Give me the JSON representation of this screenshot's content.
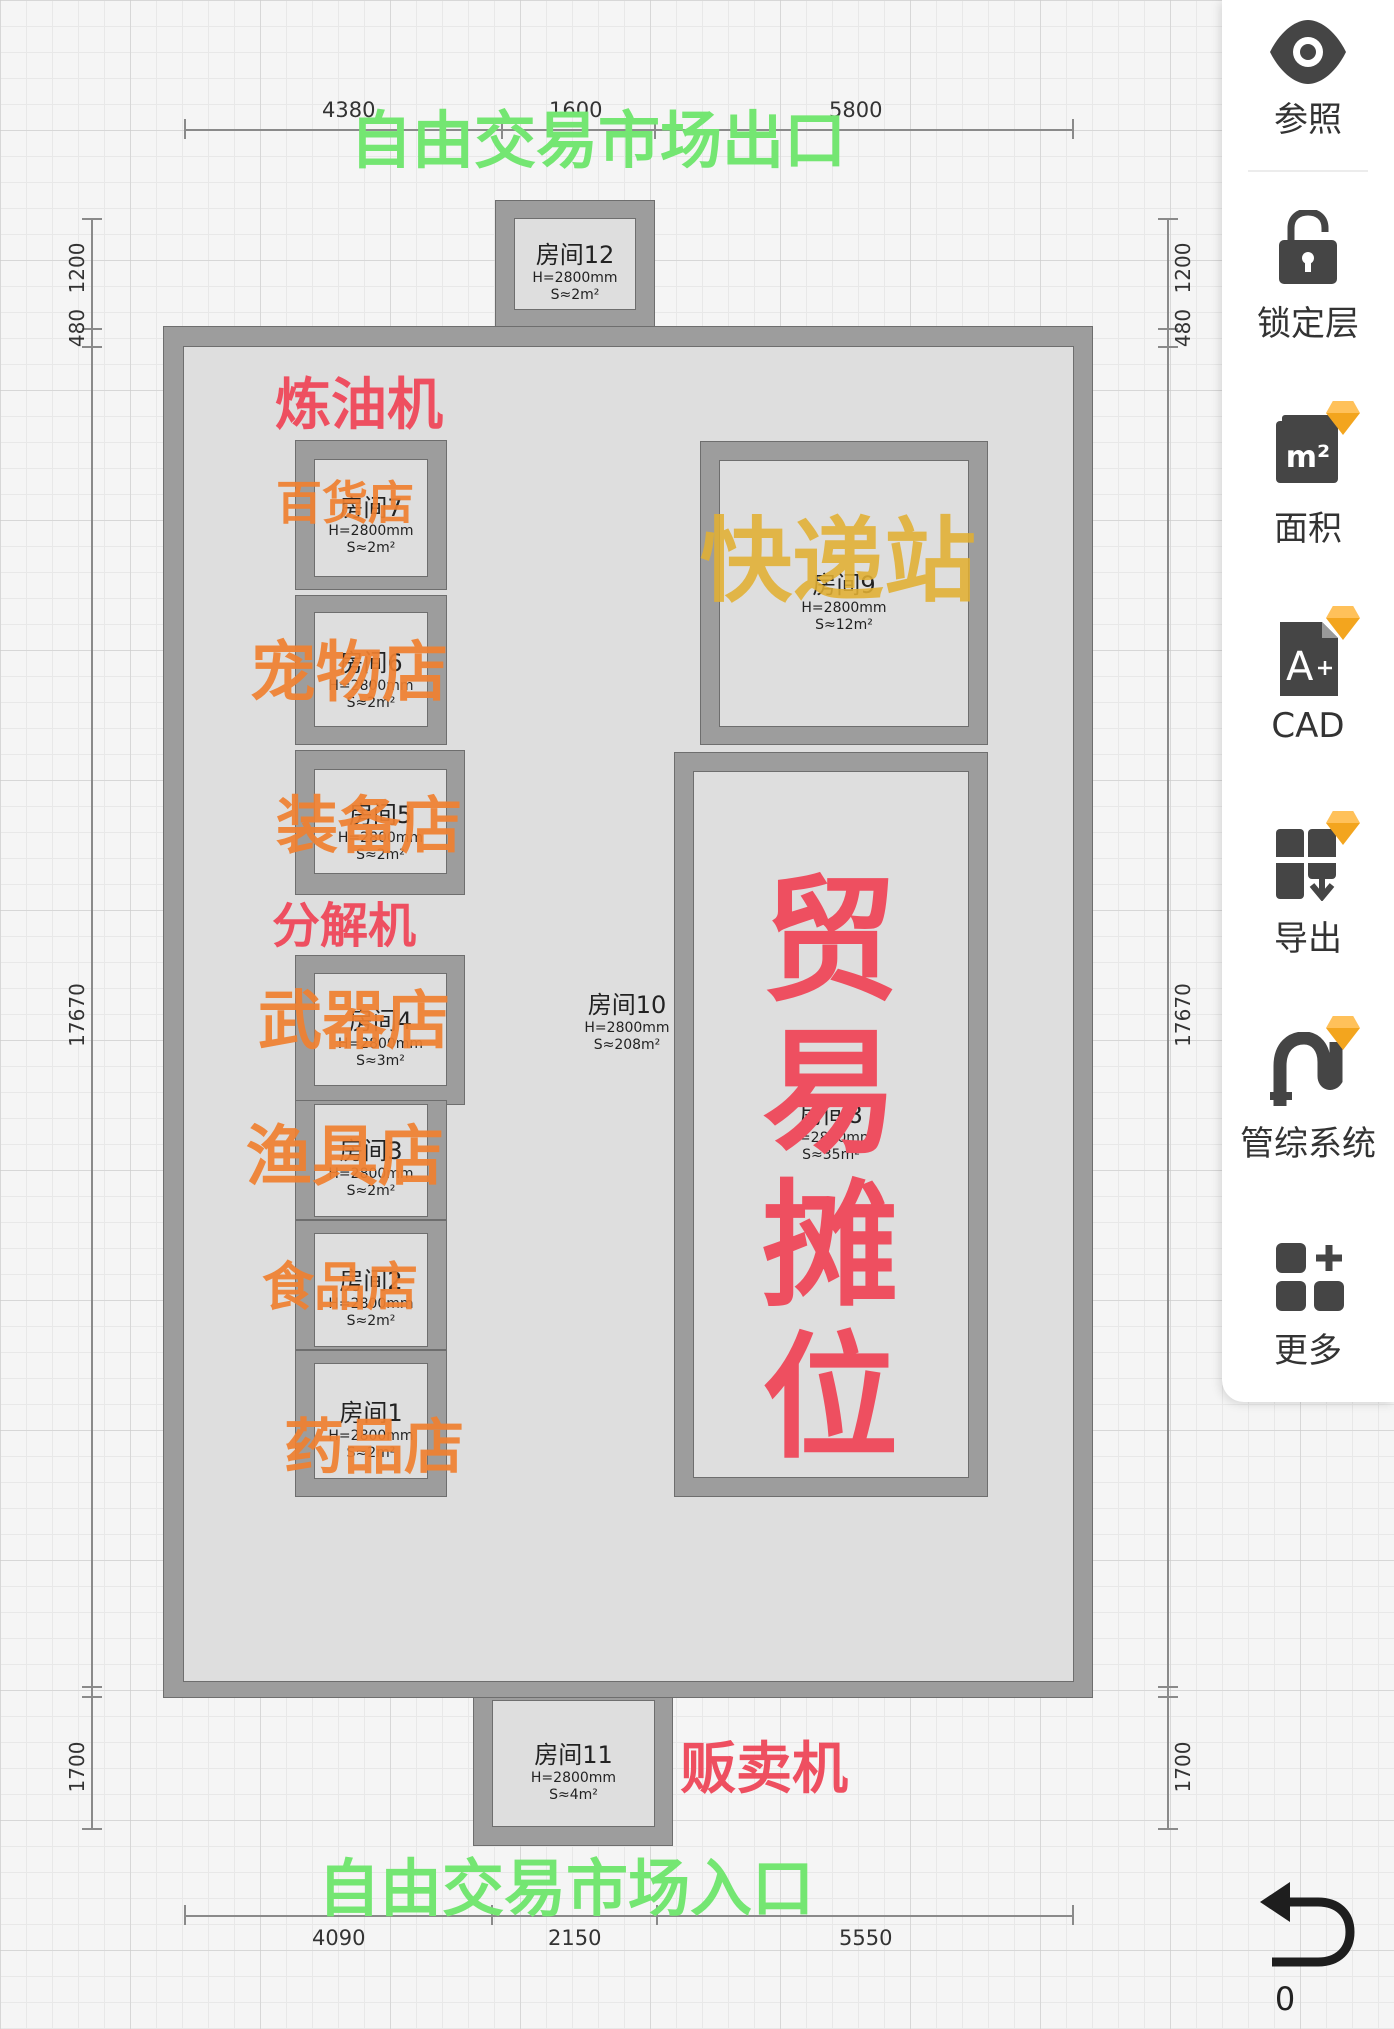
{
  "dimensions": {
    "top": [
      "4380",
      "1600",
      "5800"
    ],
    "bottom": [
      "4090",
      "2150",
      "5550"
    ],
    "left": [
      "1200",
      "480",
      "17670",
      "1700"
    ],
    "right": [
      "1200",
      "480",
      "17670",
      "1700"
    ]
  },
  "rooms": {
    "r12": {
      "name": "房间12",
      "h": "H=2800mm",
      "s": "S≈2m²"
    },
    "r7": {
      "name": "房间7",
      "h": "H=2800mm",
      "s": "S≈2m²"
    },
    "r6": {
      "name": "房间6",
      "h": "H=2800mm",
      "s": "S≈2m²"
    },
    "r5": {
      "name": "房间5",
      "h": "H=2800mm",
      "s": "S≈2m²"
    },
    "r4": {
      "name": "房间4",
      "h": "H=2800mm",
      "s": "S≈3m²"
    },
    "r3": {
      "name": "房间3",
      "h": "H=2800mm",
      "s": "S≈2m²"
    },
    "r2": {
      "name": "房间2",
      "h": "H=2800mm",
      "s": "S≈2m²"
    },
    "r1": {
      "name": "房间1",
      "h": "H=2800mm",
      "s": "S≈2m²"
    },
    "r9": {
      "name": "房间9",
      "h": "H=2800mm",
      "s": "S≈12m²"
    },
    "r8": {
      "name": "房间8",
      "h": "H=2800mm",
      "s": "S≈35m²"
    },
    "r10": {
      "name": "房间10",
      "h": "H=2800mm",
      "s": "S≈208m²"
    },
    "r11": {
      "name": "房间11",
      "h": "H=2800mm",
      "s": "S≈4m²"
    }
  },
  "annotations": {
    "exit": "自由交易市场出口",
    "entrance": "自由交易市场入口",
    "refinery": "炼油机",
    "general_store": "百货店",
    "pet_store": "宠物店",
    "equipment_store": "装备店",
    "decomposer": "分解机",
    "weapon_store": "武器店",
    "fishing_store": "渔具店",
    "food_store": "食品店",
    "pharmacy": "药品店",
    "express_station": "快递站",
    "trade_stalls": "贸易摊位",
    "vending_machine": "贩卖机"
  },
  "toolbar": {
    "reference": "参照",
    "lock_layer": "锁定层",
    "area": "面积",
    "area_icon_text": "m²",
    "cad": "CAD",
    "export": "导出",
    "pipeline": "管综系统",
    "more": "更多"
  },
  "undo_count": "0",
  "colors": {
    "green_label": "#74e672",
    "orange_label": "#ef8030",
    "red_label": "#ee4f60",
    "gold_label": "#e1af32",
    "wall": "#9d9d9d",
    "floor": "#dedede",
    "premium_gem": "#f3a51e"
  },
  "icons": {
    "reference": "eye-icon",
    "lock_layer": "unlock-icon",
    "area": "area-icon",
    "cad": "cad-file-icon",
    "export": "export-icon",
    "pipeline": "pipe-icon",
    "more": "more-grid-icon",
    "undo": "undo-icon",
    "premium": "diamond-icon"
  }
}
